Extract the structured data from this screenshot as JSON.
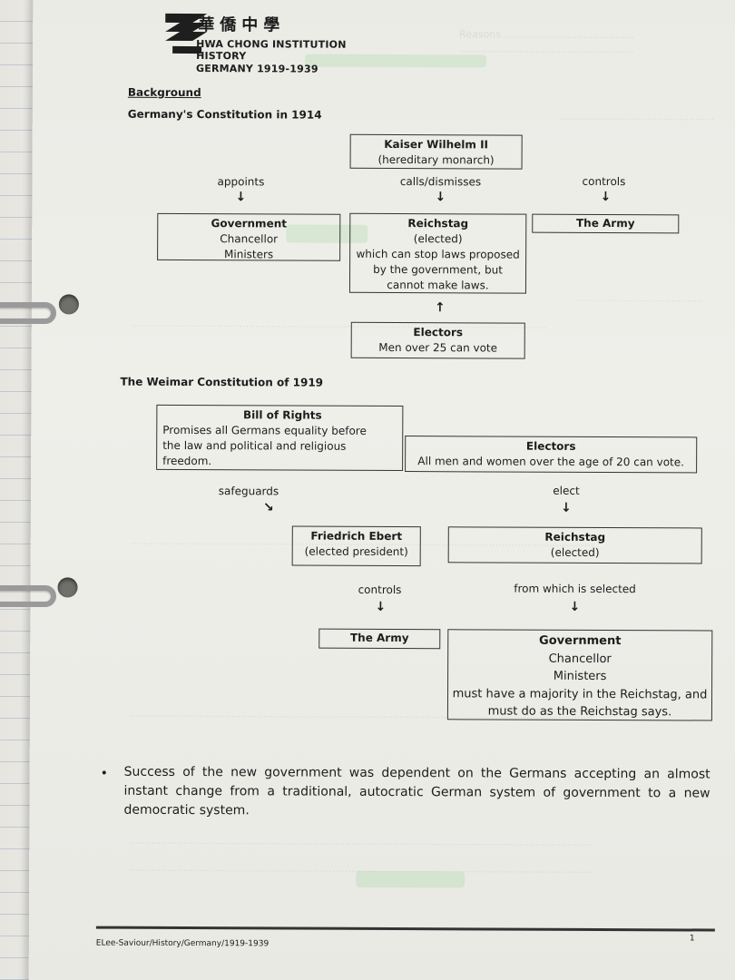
{
  "header": {
    "chinese": "華僑中學",
    "school": "HWA CHONG INSTITUTION",
    "subject": "HISTORY",
    "topic": "GERMANY 1919-1939"
  },
  "background": {
    "heading": "Background",
    "subheading": "Germany's Constitution in 1914"
  },
  "c1914": {
    "kaiser": {
      "title": "Kaiser Wilhelm II",
      "sub": "(hereditary monarch)"
    },
    "labels": {
      "appoints": "appoints",
      "calls": "calls/dismisses",
      "controls": "controls"
    },
    "government": {
      "title": "Government",
      "line1": "Chancellor",
      "line2": "Ministers"
    },
    "reichstag": {
      "title": "Reichstag",
      "line1": "(elected)",
      "line2": "which can stop laws proposed",
      "line3": "by the government, but",
      "line4": "cannot make laws."
    },
    "army": {
      "title": "The Army"
    },
    "electors": {
      "title": "Electors",
      "line1": "Men over 25 can vote"
    }
  },
  "weimar": {
    "heading": "The Weimar Constitution of 1919",
    "bill": {
      "title": "Bill of Rights",
      "line1": "Promises all Germans equality before",
      "line2": "the law and political and religious",
      "line3": "freedom."
    },
    "electors": {
      "title": "Electors",
      "line1": "All men and women over the age of 20 can vote."
    },
    "labels": {
      "safeguards": "safeguards",
      "elect": "elect",
      "controls": "controls",
      "selected": "from which is selected"
    },
    "ebert": {
      "title": "Friedrich Ebert",
      "line1": "(elected president)"
    },
    "reichstag": {
      "title": "Reichstag",
      "line1": "(elected)"
    },
    "army": {
      "title": "The Army"
    },
    "government": {
      "title": "Government",
      "line1": "Chancellor",
      "line2": "Ministers",
      "line3": "must have a majority in the Reichstag, and",
      "line4": "must do as the Reichstag says."
    }
  },
  "bullet": "Success of the new government was dependent on the Germans accepting an almost instant change from a traditional, autocratic German system of government to a new democratic system.",
  "footer": {
    "left": "ELee-Saviour/History/Germany/1919-1939",
    "page": "1"
  }
}
